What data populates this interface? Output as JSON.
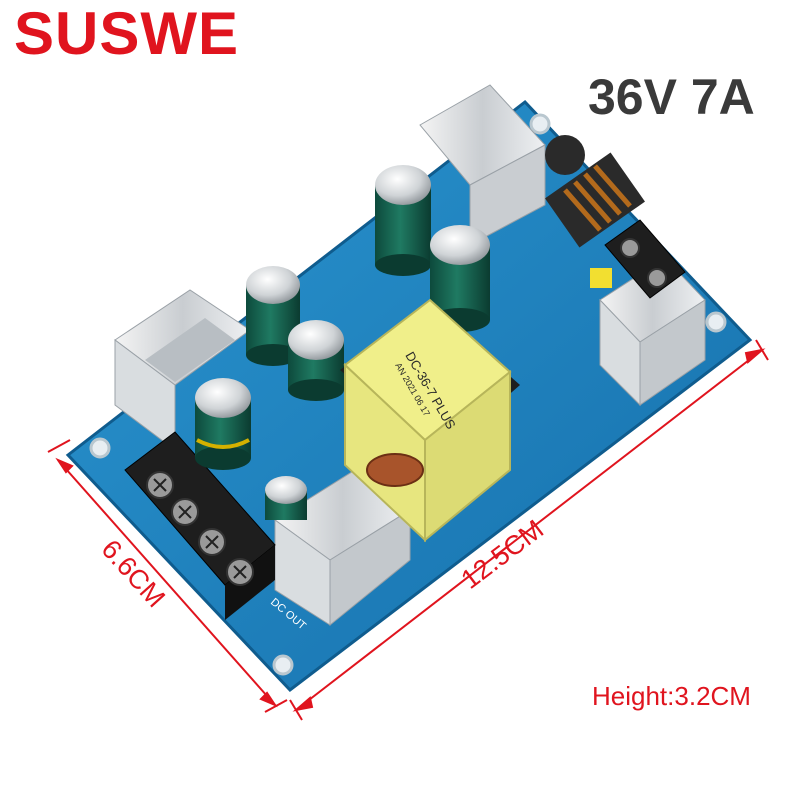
{
  "brand": {
    "name": "SUSWE",
    "color": "#e0141e"
  },
  "product": {
    "spec": "36V 7A"
  },
  "dimensions": {
    "length": "12.5CM",
    "width": "6.6CM",
    "height": "Height:3.2CM",
    "color": "#e0141e"
  },
  "board": {
    "pcb_color": "#1f86c4",
    "transformer_label": "DC-36-7 PLUS",
    "transformer_sub": "AN 2021 06 17",
    "output_label": "DC OUT"
  },
  "icons": [
    "terminal-block-icon",
    "heatsink-icon",
    "capacitor-icon",
    "transformer-icon",
    "inductor-icon"
  ]
}
